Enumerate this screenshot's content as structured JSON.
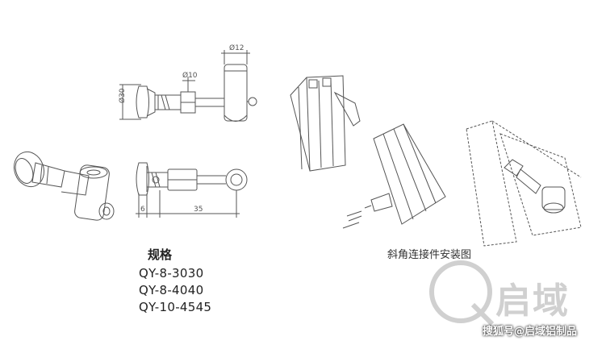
{
  "dimensions": {
    "d12": "Ø12",
    "d10": "Ø10",
    "d30": "Ø30",
    "len35": "35",
    "len6": "6"
  },
  "specs": {
    "title": "规格",
    "items": [
      "QY-8-3030",
      "QY-8-4040",
      "QY-10-4545"
    ]
  },
  "caption": "斜角连接件安装图",
  "watermark": {
    "brand": "启域",
    "footer": "搜狐号@启域铝制品"
  },
  "colors": {
    "line": "#555555",
    "watermark": "#d0d0d0"
  }
}
